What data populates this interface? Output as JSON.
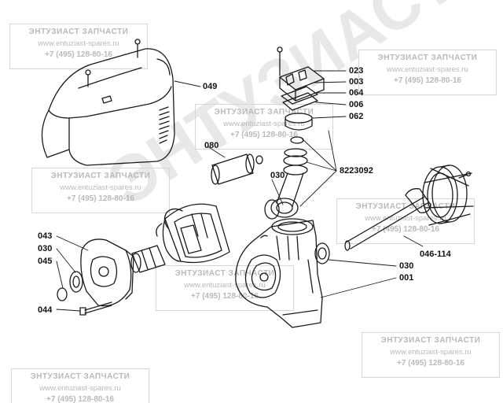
{
  "watermark": {
    "title": "ЭНТУЗИАСТ ЗАПЧАСТИ",
    "url": "www.entuziast-spares.ru",
    "phone": "+7 (495) 128-80-16",
    "big_text": "ЭНТУЗИАСТ"
  },
  "labels": {
    "l049": "049",
    "l023": "023",
    "l003": "003",
    "l064": "064",
    "l006": "006",
    "l062": "062",
    "l080": "080",
    "l030a": "030",
    "l8223092": "8223092",
    "l043": "043",
    "l030b": "030",
    "l045": "045",
    "l044": "044",
    "l046_114": "046-114",
    "l030c": "030",
    "l001": "001"
  }
}
